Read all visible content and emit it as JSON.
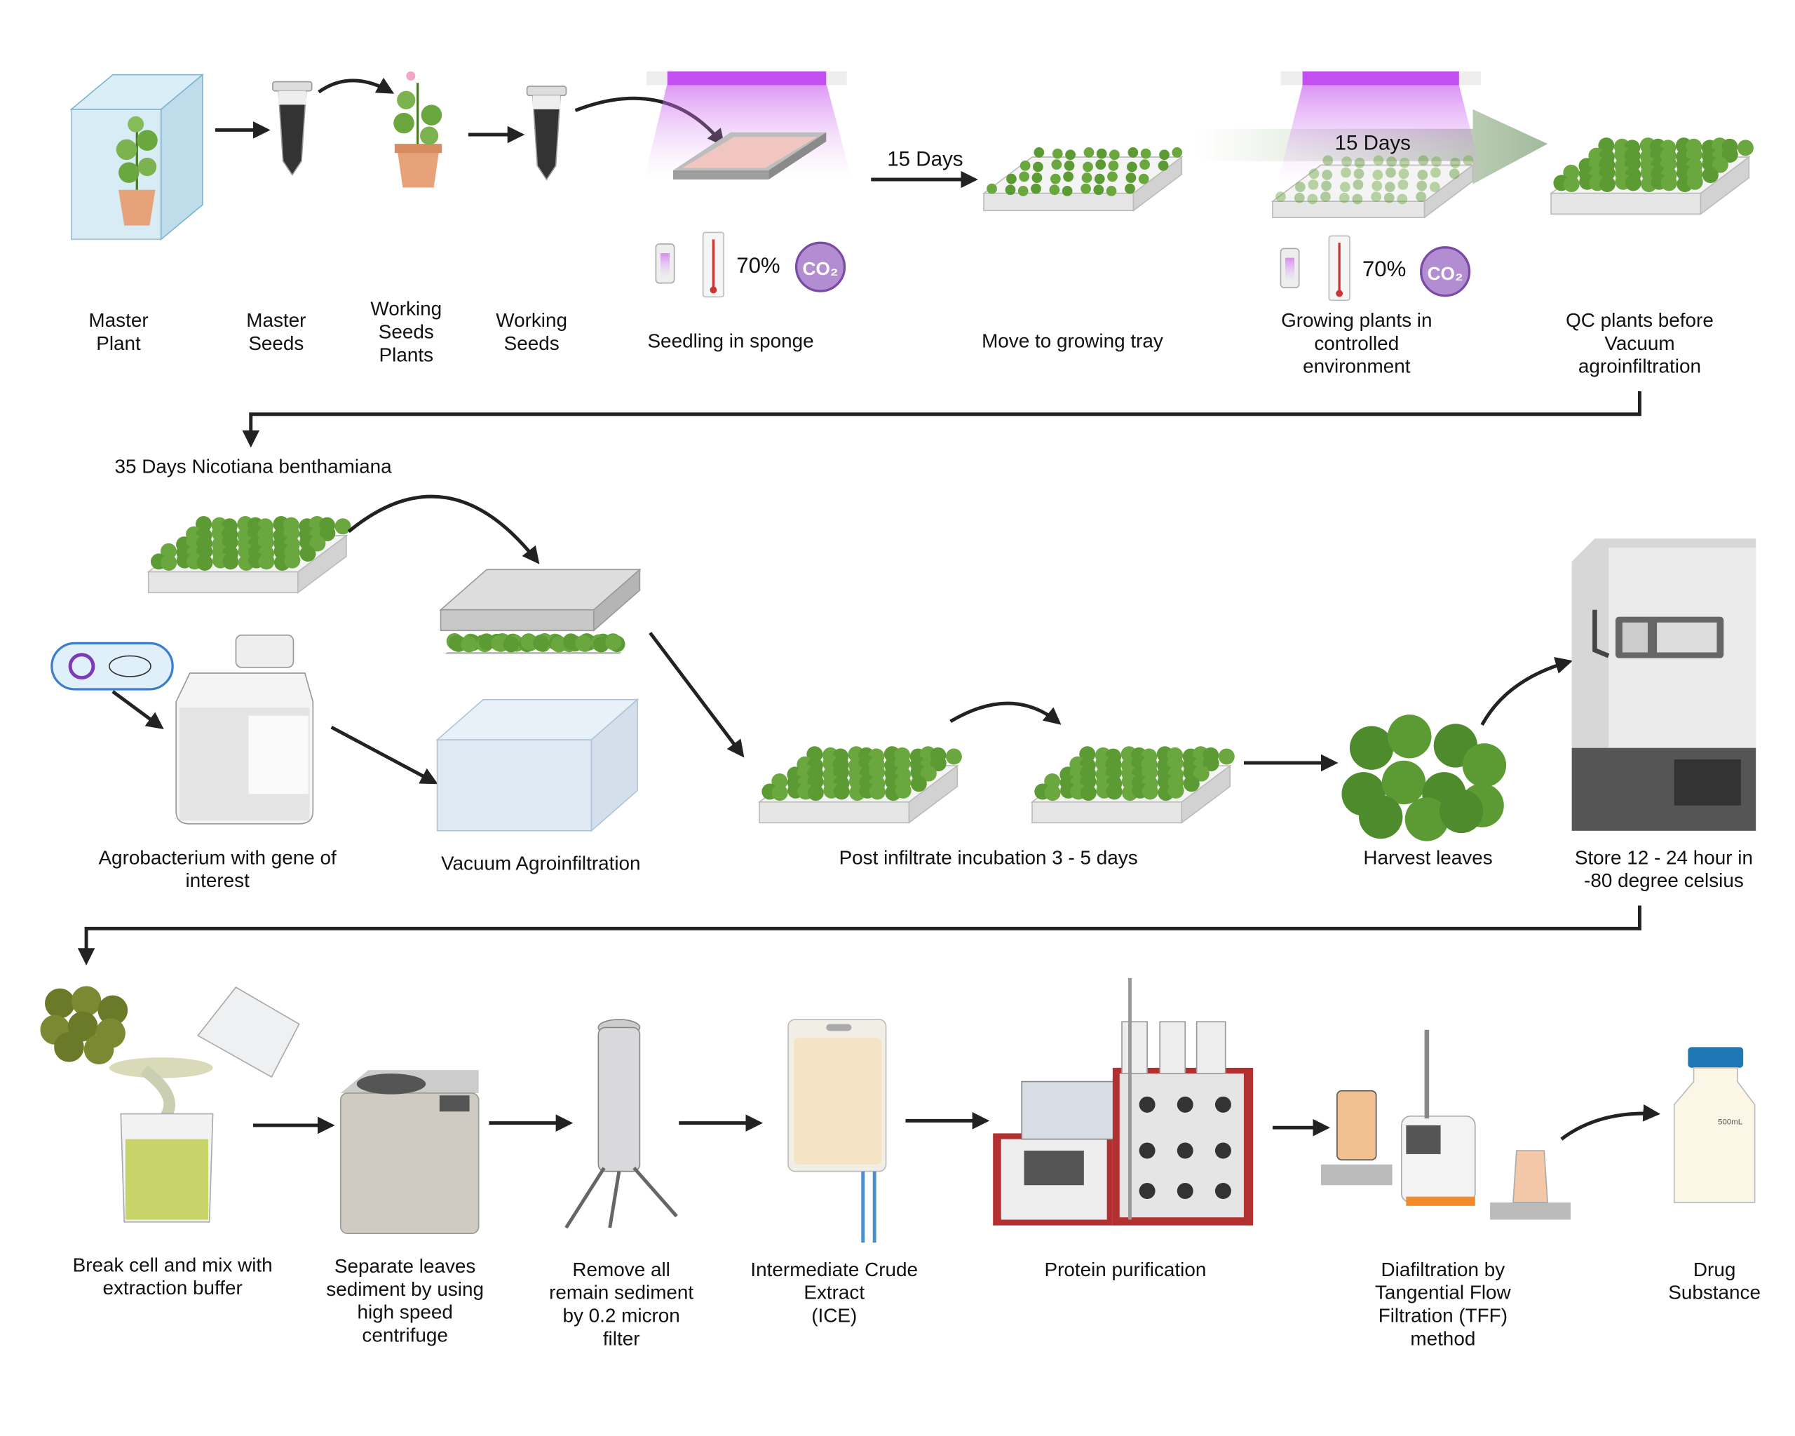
{
  "colors": {
    "plant_green": "#6aa83f",
    "light_purple": "#c44ff0",
    "co2_purple": "#9b6bc0",
    "arrow": "#222222",
    "bigarrow_green": "#a9c39e"
  },
  "row1": {
    "master_plant": [
      "Master",
      "Plant"
    ],
    "master_seeds": [
      "Master",
      "Seeds"
    ],
    "working_seeds_plants": [
      "Working",
      "Seeds",
      "Plants"
    ],
    "working_seeds": [
      "Working",
      "Seeds"
    ],
    "seedling": [
      "Seedling in sponge"
    ],
    "humidity_1": "70%",
    "co2_1": "CO₂",
    "days_1": "15 Days",
    "move_tray": [
      "Move to growing tray"
    ],
    "days_2": "15 Days",
    "humidity_2": "70%",
    "co2_2": "CO₂",
    "growing": [
      "Growing plants in",
      "controlled",
      "environment"
    ],
    "qc": [
      "QC plants before",
      "Vacuum",
      "agroinfiltration"
    ]
  },
  "row2": {
    "nicotiana": [
      "35 Days Nicotiana benthamiana"
    ],
    "agrobacterium": [
      "Agrobacterium with gene of",
      "interest"
    ],
    "vacuum": [
      "Vacuum Agroinfiltration"
    ],
    "incubation": [
      "Post infiltrate incubation 3 - 5 days"
    ],
    "harvest": [
      "Harvest leaves"
    ],
    "store": [
      "Store 12 - 24 hour in",
      "-80 degree celsius"
    ]
  },
  "row3": {
    "break_cell": [
      "Break cell and mix with",
      "extraction buffer"
    ],
    "centrifuge": [
      "Separate leaves",
      "sediment by using",
      "high speed",
      "centrifuge"
    ],
    "filter": [
      "Remove all",
      "remain sediment",
      "by 0.2 micron",
      "filter"
    ],
    "ice": [
      "Intermediate Crude",
      "Extract",
      "(ICE)"
    ],
    "purification": [
      "Protein purification"
    ],
    "tff": [
      "Diafiltration by",
      "Tangential Flow",
      "Filtration (TFF)",
      "method"
    ],
    "drug": [
      "Drug",
      "Substance"
    ],
    "bottle_label": "500mL"
  }
}
